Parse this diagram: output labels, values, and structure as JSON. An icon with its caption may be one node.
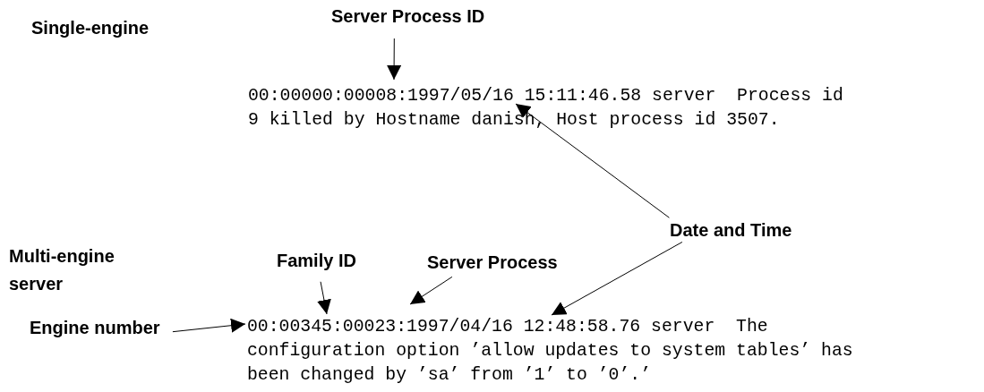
{
  "diagram": {
    "nodes": [
      {
        "text": [
          "Server Process ID"
        ]
      },
      {
        "text": [
          "Date and Time"
        ]
      },
      {
        "text": [
          "Family ID"
        ]
      },
      {
        "text": [
          "Server Process"
        ]
      },
      {
        "text": [
          "Engine number"
        ]
      },
      {
        "text": [
          "00:00000:00008:1997/05/16 15:11:46.58 server  Process id 9 killed by Hostname danish, Host process id 3507."
        ]
      },
      {
        "text": [
          "00:00345:00023:1997/04/16 12:48:58.76 server  The configuration option ’allow updates to system tables’ has been changed by ’sa’ from ’1’ to ’0’.’"
        ]
      }
    ],
    "edges": [
      {
        "from": 0,
        "to": 5,
        "arrow": "to"
      },
      {
        "from": 1,
        "to": 5,
        "arrow": "to"
      },
      {
        "from": 1,
        "to": 6,
        "arrow": "to"
      },
      {
        "from": 2,
        "to": 6,
        "arrow": "to"
      },
      {
        "from": 3,
        "to": 6,
        "arrow": "to"
      },
      {
        "from": 4,
        "to": 6,
        "arrow": "to"
      }
    ],
    "labels": [
      "Single-engine",
      "Multi-engine server"
    ]
  }
}
